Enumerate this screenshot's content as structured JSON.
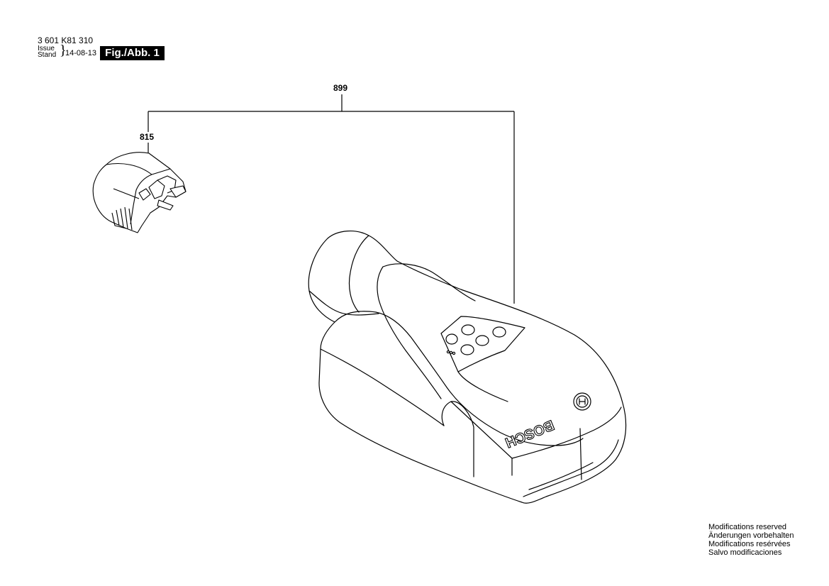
{
  "header": {
    "part_number": "3 601 K81 310",
    "issue_label": "Issue",
    "stand_label": "Stand",
    "date": "14-08-13",
    "figure_label": "Fig./Abb. 1"
  },
  "callouts": {
    "assembly": "899",
    "cap": "815"
  },
  "device": {
    "brand": "BOSCH"
  },
  "notes": [
    "Modifications reserved",
    "Änderungen vorbehalten",
    "Modifications resérvées",
    "Salvo modificaciones"
  ]
}
